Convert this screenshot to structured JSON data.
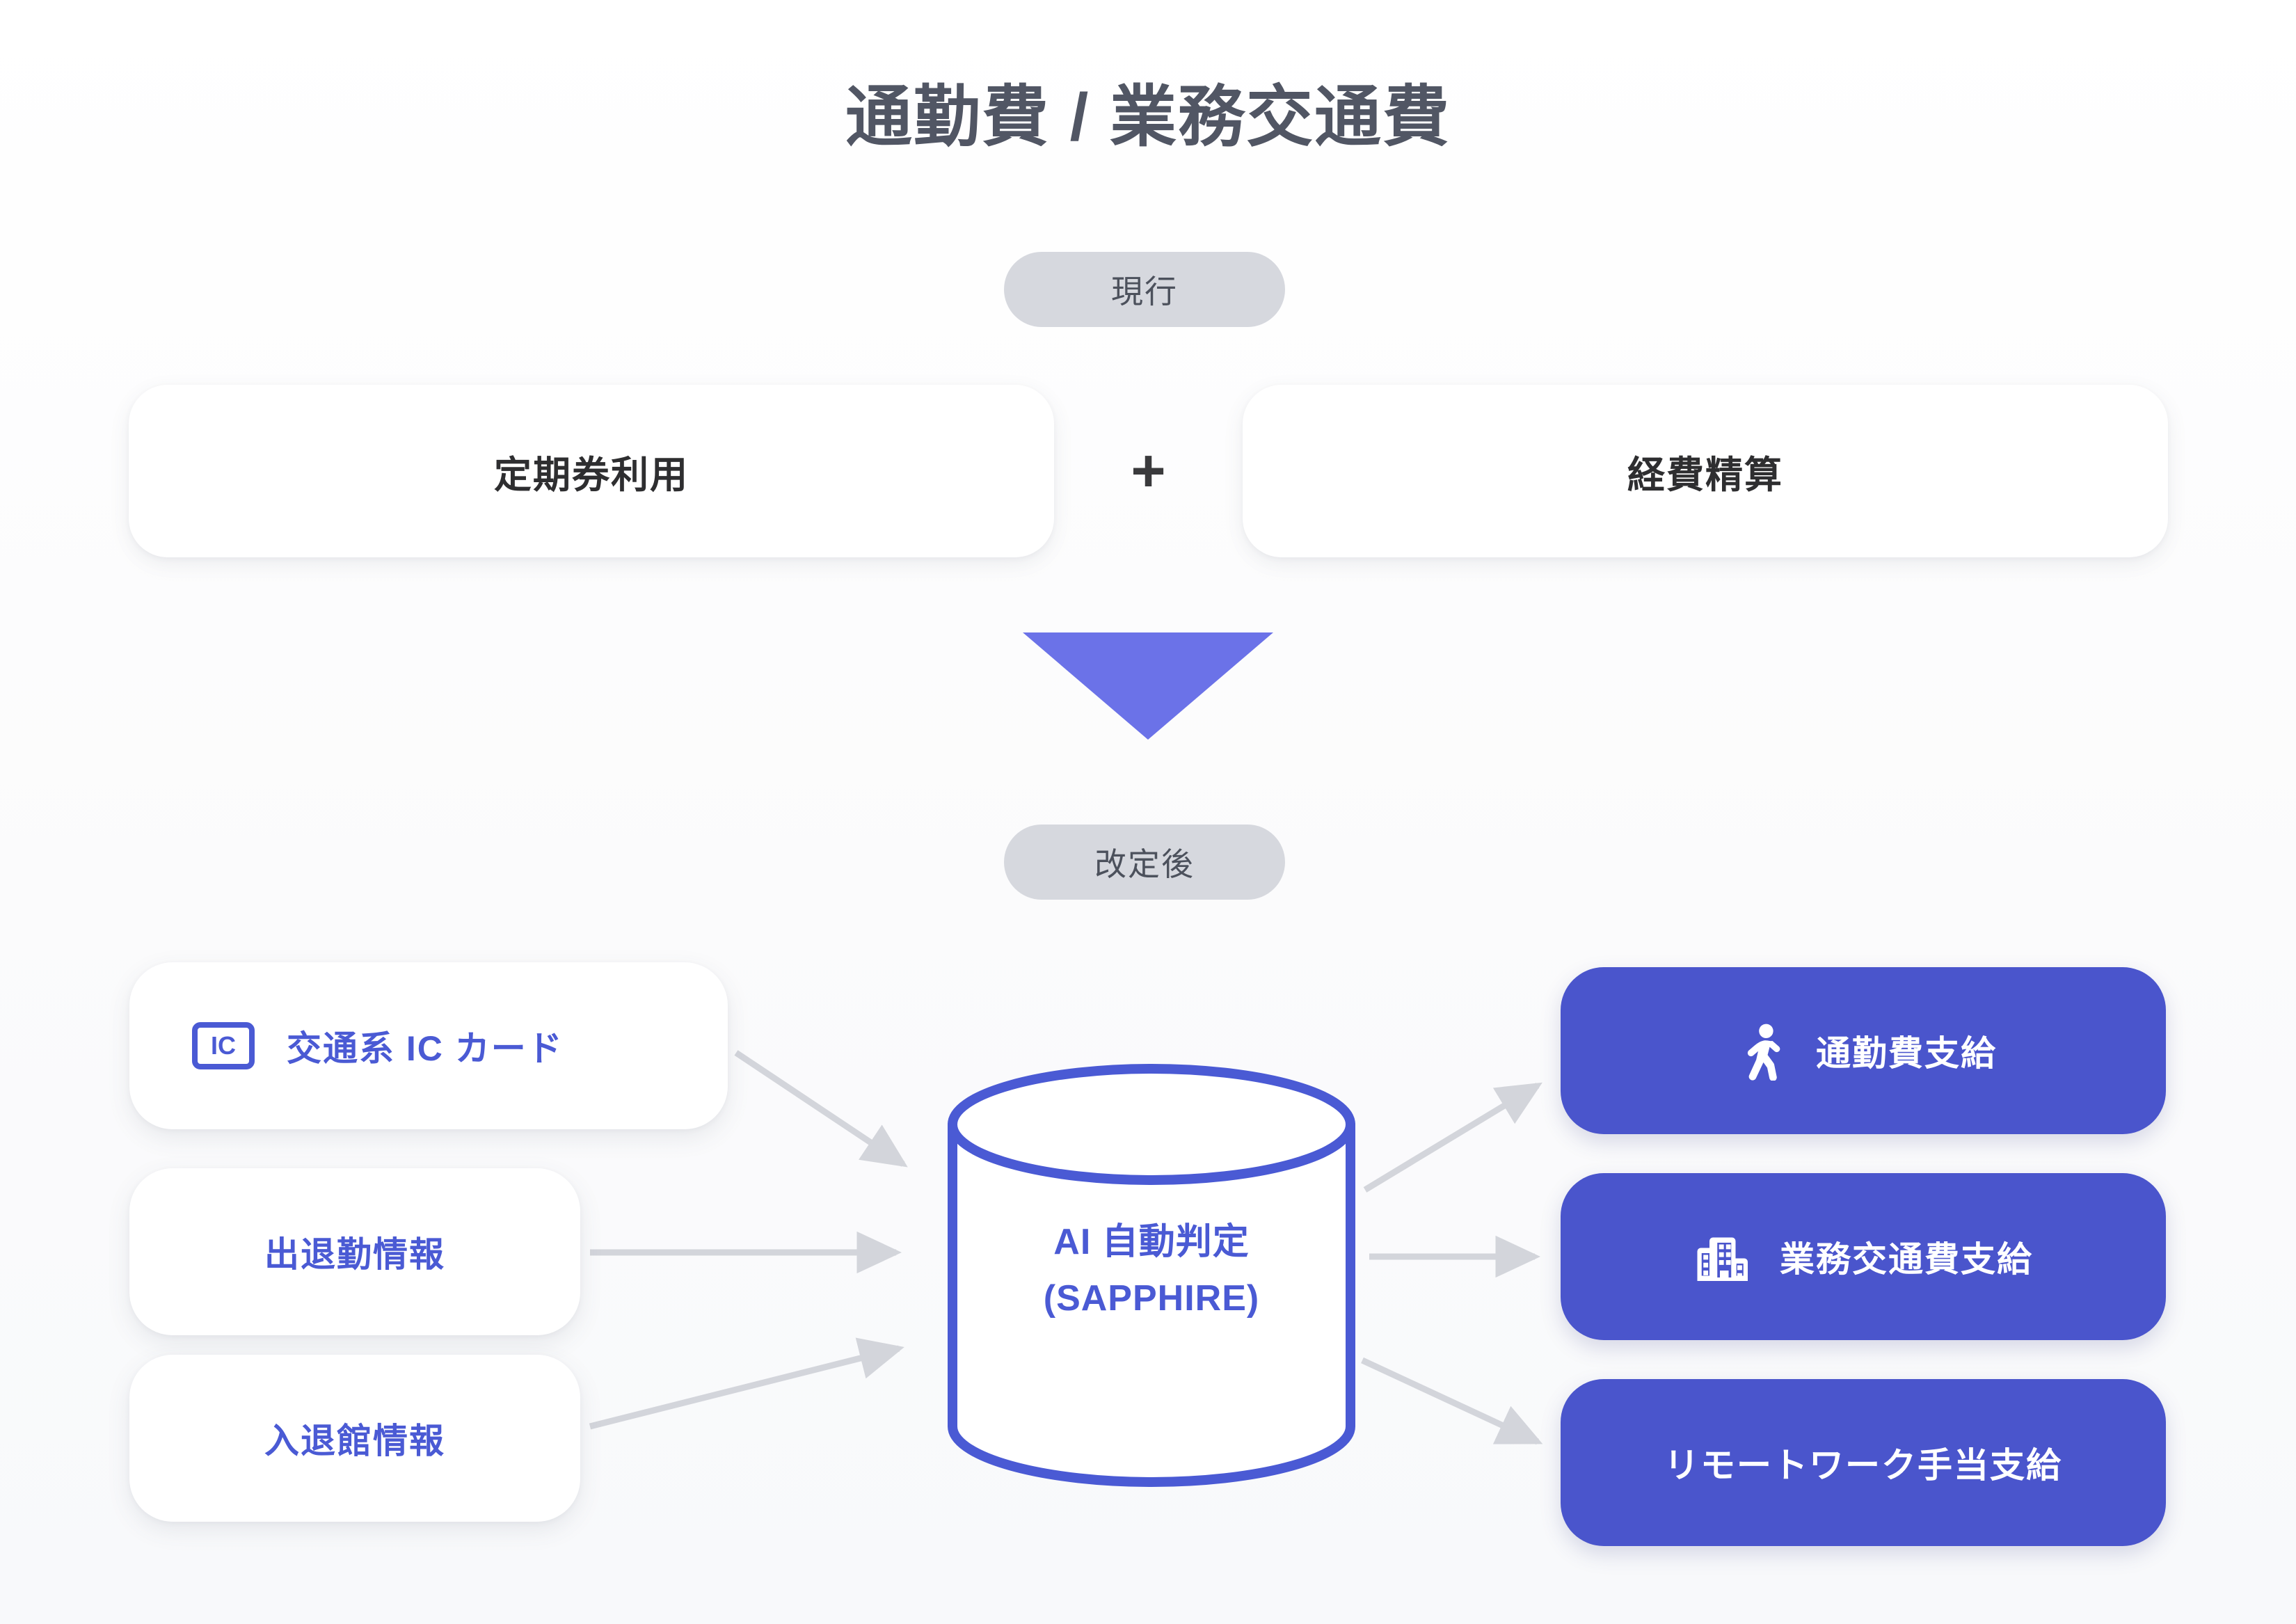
{
  "page": {
    "title": "通勤費 / 業務交通費",
    "background": "#ffffff"
  },
  "colors": {
    "title_text": "#515664",
    "badge_bg": "#d6d8de",
    "badge_text": "#4c515c",
    "card_white_bg": "#ffffff",
    "card_dark_text": "#2e2e30",
    "accent_blue": "#4a5ad4",
    "solid_card_bg": "#4a55cc",
    "solid_card_text": "#ffffff",
    "arrow_gray": "#d3d5db",
    "big_arrow_blue": "#6b72e8"
  },
  "current_stage": {
    "badge": "現行",
    "cards": [
      {
        "label": "定期券利用"
      },
      {
        "label": "経費精算"
      }
    ],
    "separator": "+"
  },
  "transition": {
    "arrow_icon": "down-triangle-arrow-icon",
    "arrow_color": "#6b72e8"
  },
  "revised_stage": {
    "badge": "改定後",
    "sources": [
      {
        "label": "交通系 IC カード",
        "icon": "ic-card-icon",
        "icon_text": "IC"
      },
      {
        "label": "出退勤情報",
        "icon": null
      },
      {
        "label": "入退館情報",
        "icon": null
      }
    ],
    "processor": {
      "shape": "database-cylinder",
      "line1": "AI 自動判定",
      "line2": "(SAPPHIRE)"
    },
    "outputs": [
      {
        "label": "通勤費支給",
        "icon": "walking-person-icon"
      },
      {
        "label": "業務交通費支給",
        "icon": "office-building-icon"
      },
      {
        "label": "リモートワーク手当支給",
        "icon": null
      }
    ]
  }
}
